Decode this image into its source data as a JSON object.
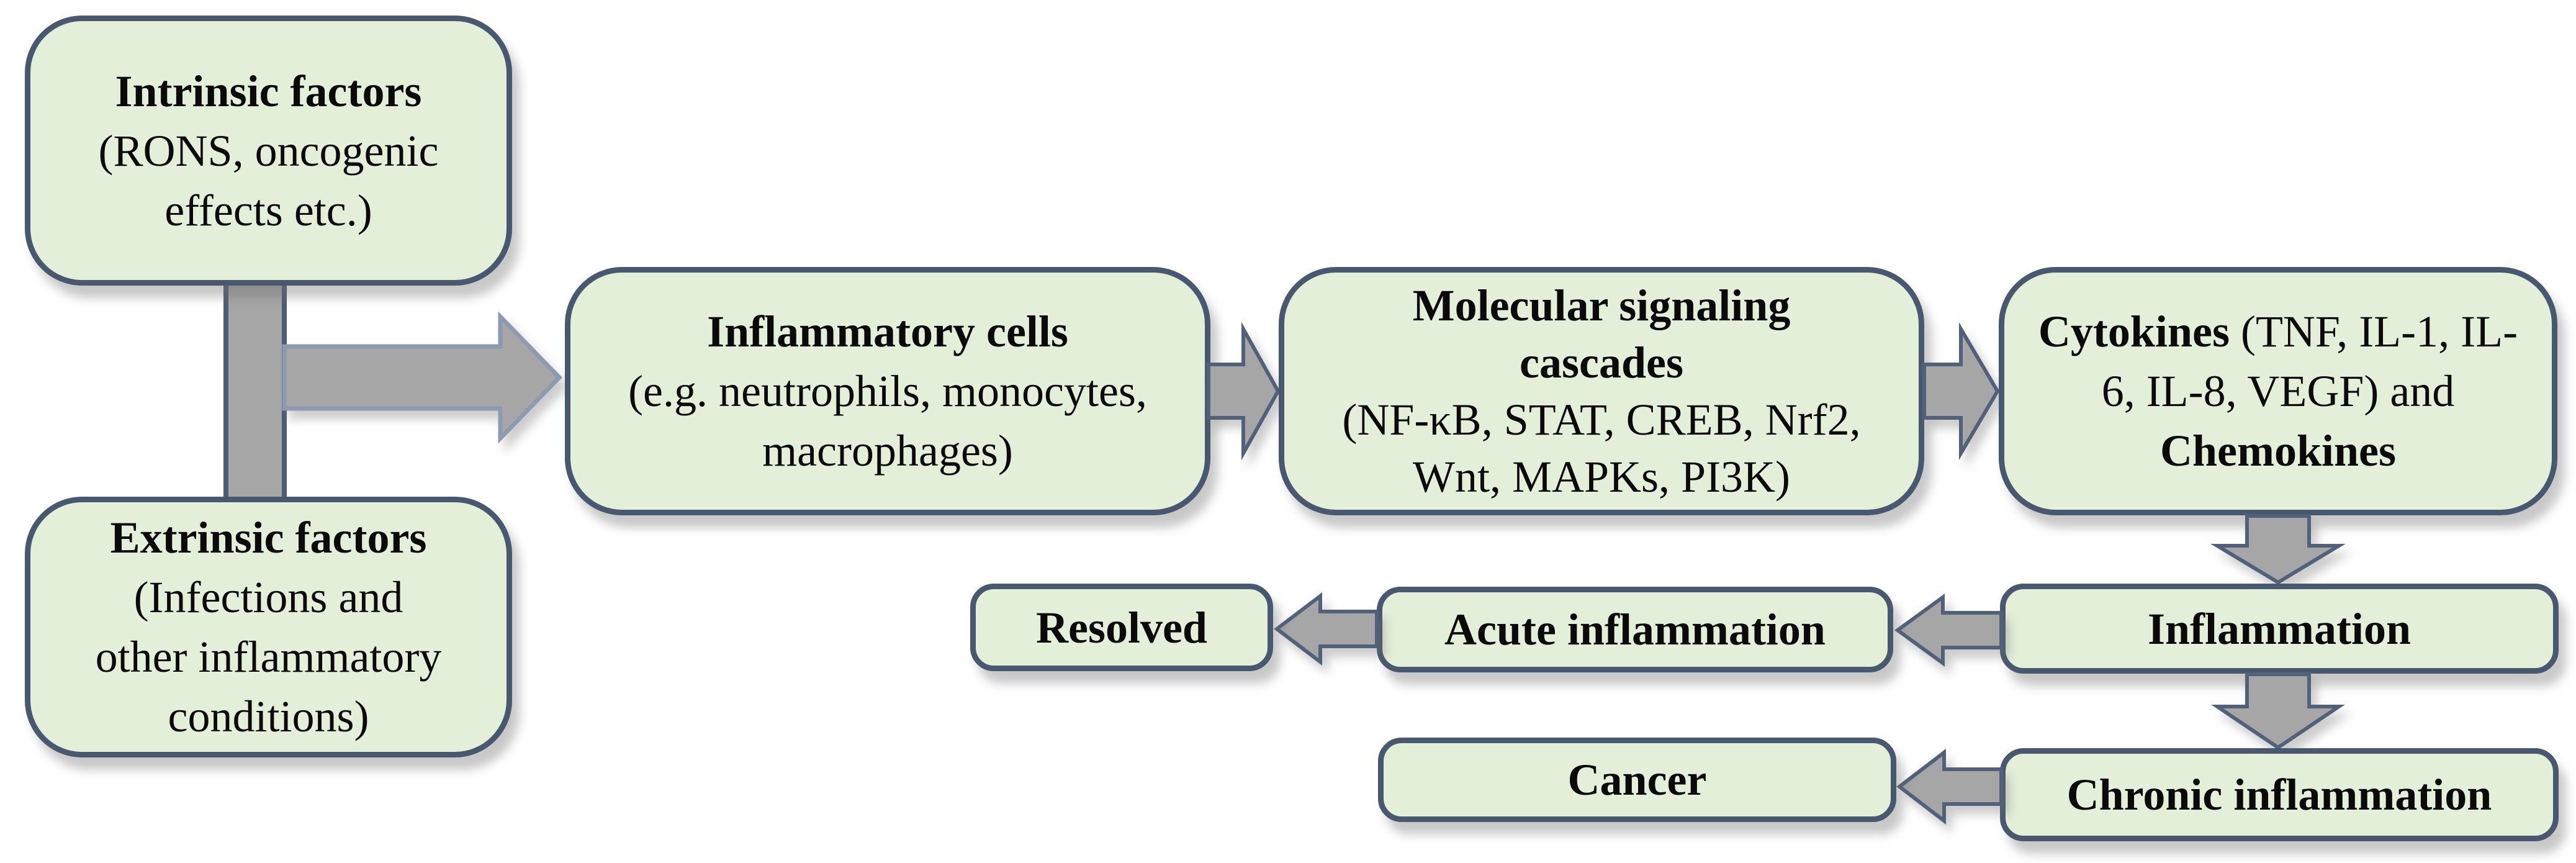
{
  "colors": {
    "box_fill": "#e3efd9",
    "box_border": "#48586e",
    "arrow_fill": "#a6a6a6",
    "arrow_border": "#51617a",
    "big_arrow_border": "#8d9bb0",
    "text_color": "#0a0a0a"
  },
  "boxes": {
    "intrinsic": {
      "line1": "Intrinsic factors",
      "line2": "(RONS, oncogenic",
      "line3": "effects etc.)"
    },
    "extrinsic": {
      "line1": "Extrinsic factors",
      "line2": "(Infections and",
      "line3": "other inflammatory",
      "line4": "conditions)"
    },
    "inflammatory_cells": {
      "line1": "Inflammatory cells",
      "line2": "(e.g. neutrophils, monocytes,",
      "line3": "macrophages)"
    },
    "signaling": {
      "line1": "Molecular signaling",
      "line2": "cascades",
      "line3": "(NF-κB, STAT, CREB, Nrf2,",
      "line4": "Wnt, MAPKs, PI3K)"
    },
    "cytokines": {
      "line1_bold": "Cytokines",
      "line1_rest": " (TNF, IL-1, IL-",
      "line2": "6, IL-8, VEGF) and",
      "line3_bold": "Chemokines"
    },
    "inflammation": {
      "label": "Inflammation"
    },
    "acute": {
      "label": "Acute inflammation"
    },
    "resolved": {
      "label": "Resolved"
    },
    "chronic": {
      "label": "Chronic inflammation"
    },
    "cancer": {
      "label": "Cancer"
    }
  }
}
